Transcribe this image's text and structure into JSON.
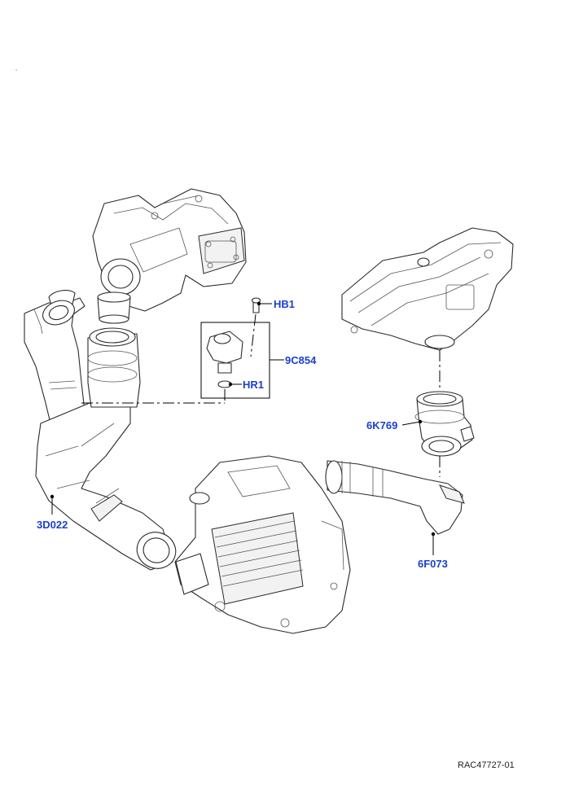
{
  "colors": {
    "callout": "#1a3fd0",
    "ink": "#1c1c1c",
    "dot": "#000000"
  },
  "callouts": [
    {
      "id": "hb1",
      "text": "HB1"
    },
    {
      "id": "9c854",
      "text": "9C854"
    },
    {
      "id": "hr1",
      "text": "HR1"
    },
    {
      "id": "6k769",
      "text": "6K769"
    },
    {
      "id": "3d022",
      "text": "3D022"
    },
    {
      "id": "6f073",
      "text": "6F073"
    }
  ],
  "reference": "RAC47727-01"
}
